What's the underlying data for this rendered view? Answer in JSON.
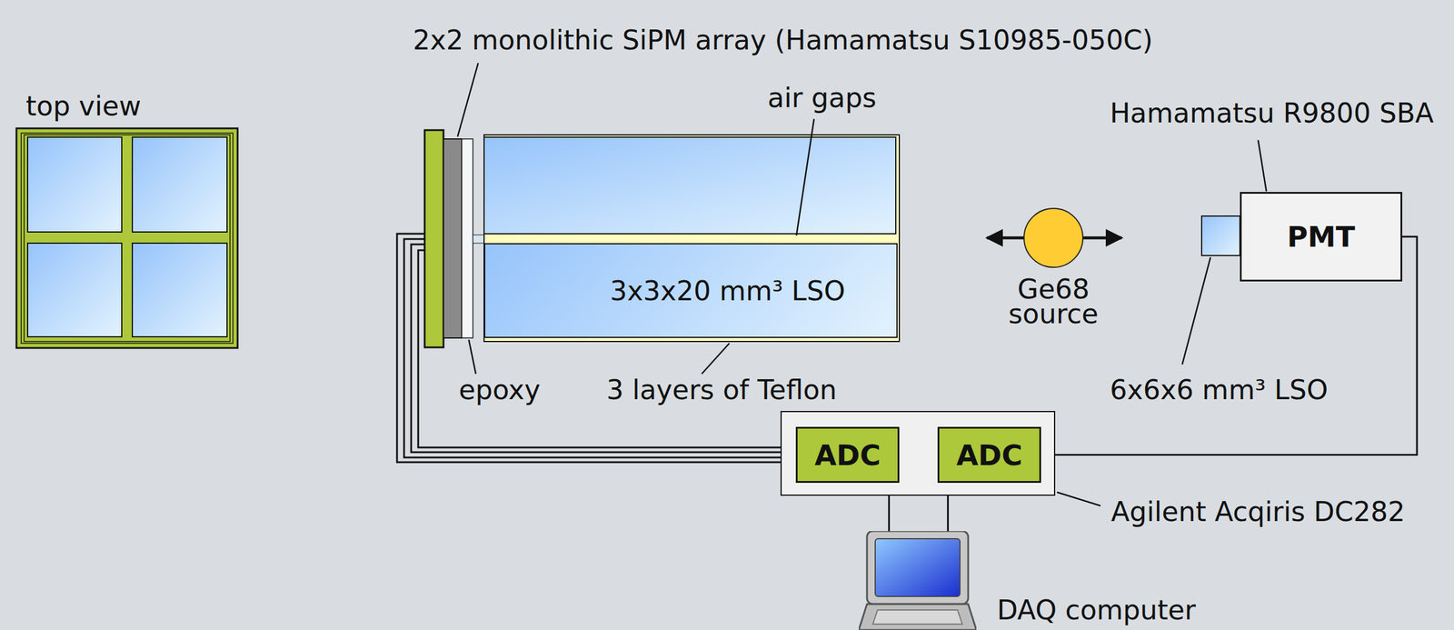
{
  "diagram": {
    "nodes": [
      {
        "text": [
          "3x3x20 mm³ LSO"
        ]
      },
      {
        "text": [
          "PMT"
        ]
      },
      {
        "text": [
          "Agilent Acqiris DC282"
        ]
      },
      {
        "text": [
          "ADC"
        ],
        "in": 2
      },
      {
        "text": [
          "ADC"
        ],
        "in": 2
      },
      {
        "text": [
          "DAQ computer"
        ]
      }
    ],
    "edges": [
      {
        "from": 1,
        "to": 4,
        "arrow": "none"
      },
      {
        "from": 3,
        "to": 5,
        "arrow": "none"
      },
      {
        "from": 4,
        "to": 5,
        "arrow": "none"
      }
    ],
    "labels": [
      "top view",
      "2x2 monolithic SiPM array (Hamamatsu S10985-050C)",
      "air gaps",
      "Hamamatsu R9800 SBA",
      "epoxy",
      "3 layers of Teflon",
      "Ge68 source",
      "6x6x6 mm³ LSO"
    ]
  }
}
